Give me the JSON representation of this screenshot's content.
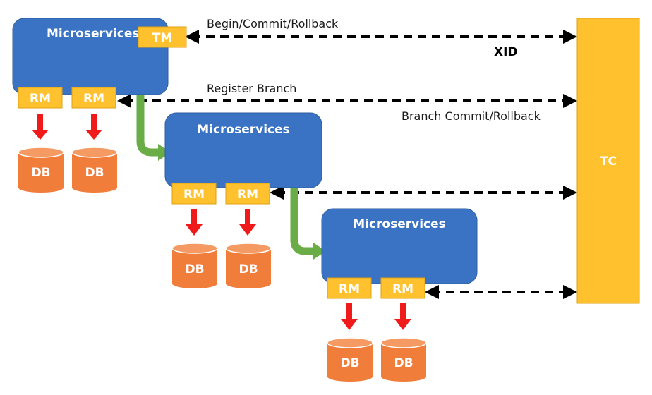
{
  "colors": {
    "microservice_fill": "#3a73c4",
    "microservice_stroke": "#2f5f9e",
    "tag_fill": "#ffc22e",
    "tag_stroke": "#e0a010",
    "db_fill": "#f07d3a",
    "db_top": "#f49a62",
    "tc_fill": "#ffc22e",
    "red_arrow": "#f01a1a",
    "green_arrow": "#6aac46",
    "dashed_arrow": "#000000"
  },
  "services": [
    {
      "title": "Microservices",
      "tm": "TM",
      "rms": [
        "RM",
        "RM"
      ],
      "dbs": [
        "DB",
        "DB"
      ]
    },
    {
      "title": "Microservices",
      "rms": [
        "RM",
        "RM"
      ],
      "dbs": [
        "DB",
        "DB"
      ]
    },
    {
      "title": "Microservices",
      "rms": [
        "RM",
        "RM"
      ],
      "dbs": [
        "DB",
        "DB"
      ]
    }
  ],
  "tc": {
    "label": "TC"
  },
  "labels": {
    "begin_commit_rollback": "Begin/Commit/Rollback",
    "xid": "XID",
    "register_branch": "Register Branch",
    "branch_commit_rollback": "Branch Commit/Rollback"
  }
}
